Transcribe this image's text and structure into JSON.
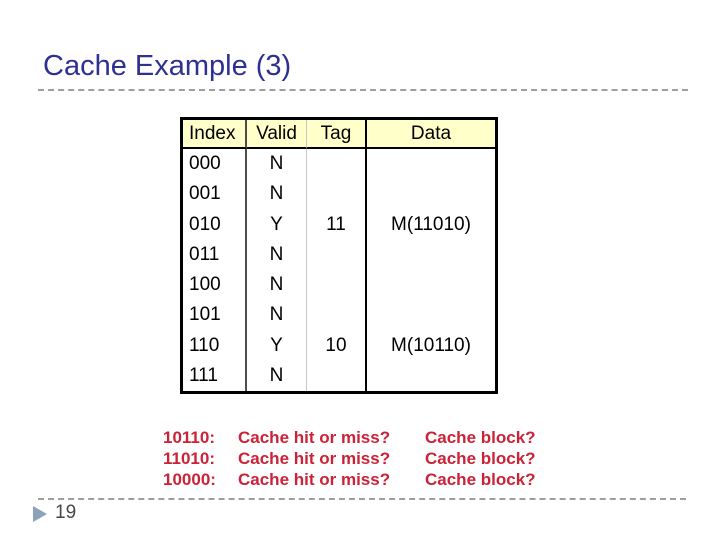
{
  "slide": {
    "title": "Cache Example (3)",
    "page_number": "19"
  },
  "table": {
    "headers": [
      "Index",
      "Valid",
      "Tag",
      "Data"
    ],
    "rows": [
      {
        "index": "000",
        "valid": "N",
        "tag": "",
        "data": ""
      },
      {
        "index": "001",
        "valid": "N",
        "tag": "",
        "data": ""
      },
      {
        "index": "010",
        "valid": "Y",
        "tag": "11",
        "data": "M(11010)"
      },
      {
        "index": "011",
        "valid": "N",
        "tag": "",
        "data": ""
      },
      {
        "index": "100",
        "valid": "N",
        "tag": "",
        "data": ""
      },
      {
        "index": "101",
        "valid": "N",
        "tag": "",
        "data": ""
      },
      {
        "index": "110",
        "valid": "Y",
        "tag": "10",
        "data": "M(10110)"
      },
      {
        "index": "111",
        "valid": "N",
        "tag": "",
        "data": ""
      }
    ]
  },
  "annotations": {
    "rows": [
      {
        "address": "10110:",
        "question": "Cache hit or miss?",
        "block": "Cache block?"
      },
      {
        "address": "11010:",
        "question": "Cache hit or miss?",
        "block": "Cache block?"
      },
      {
        "address": "10000:",
        "question": "Cache hit or miss?",
        "block": "Cache block?"
      }
    ]
  },
  "colors": {
    "title_navy": "#2E3191",
    "annotation_red": "#CC2237",
    "table_header_bg": "#FFFFC9",
    "divider_gray": "#9E9E9E",
    "bullet_blue": "#8AA2BB"
  }
}
